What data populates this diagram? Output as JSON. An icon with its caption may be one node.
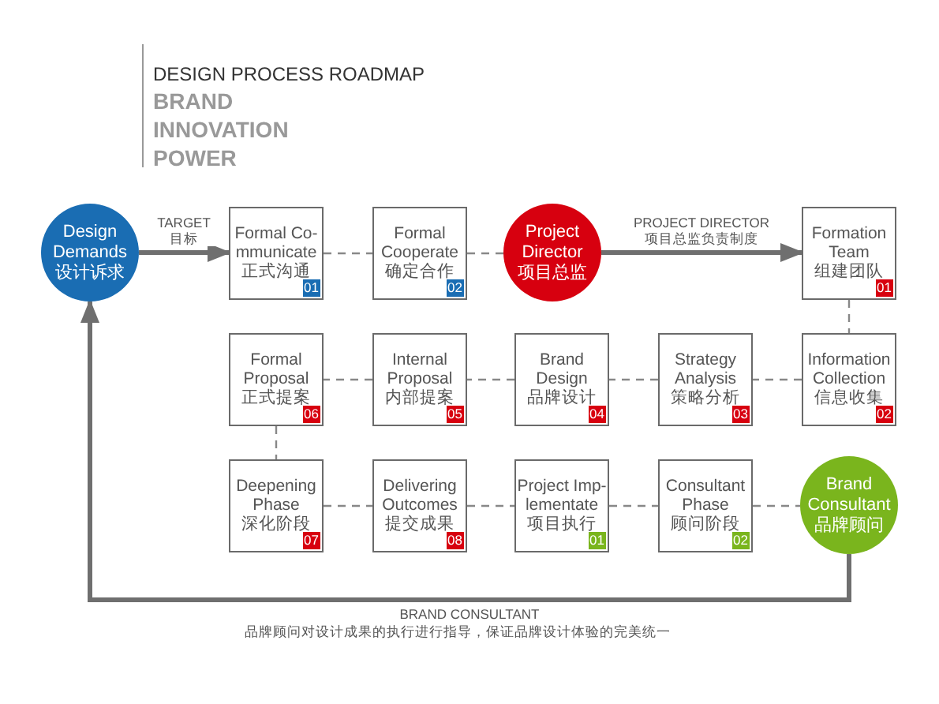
{
  "diagram": {
    "title": "DESIGN PROCESS ROADMAP",
    "nodes": [
      {
        "text": [
          "Design Demands",
          "设计诉求"
        ]
      },
      {
        "text": [
          "Formal Co- mmunicate",
          "正式沟通",
          "01"
        ]
      },
      {
        "text": [
          "Formal Cooperate",
          "确定合作",
          "02"
        ]
      },
      {
        "text": [
          "Project Director",
          "项目总监"
        ]
      },
      {
        "text": [
          "Formation Team",
          "组建团队",
          "01"
        ]
      },
      {
        "text": [
          "Formal Proposal",
          "正式提案",
          "06"
        ]
      },
      {
        "text": [
          "Internal Proposal",
          "内部提案",
          "05"
        ]
      },
      {
        "text": [
          "Brand Design",
          "品牌设计",
          "04"
        ]
      },
      {
        "text": [
          "Strategy Analysis",
          "策略分析",
          "03"
        ]
      },
      {
        "text": [
          "Information Collection",
          "信息收集",
          "02"
        ]
      },
      {
        "text": [
          "Deepening Phase",
          "深化阶段",
          "07"
        ]
      },
      {
        "text": [
          "Delivering Outcomes",
          "提交成果",
          "08"
        ]
      },
      {
        "text": [
          "Project Imp- lementate",
          "项目执行",
          "01"
        ]
      },
      {
        "text": [
          "Consultant Phase",
          "顾问阶段",
          "02"
        ]
      },
      {
        "text": [
          "Brand Consultant",
          "品牌顾问"
        ]
      }
    ],
    "edges": [
      {
        "from": 0,
        "to": 1,
        "arrow": "to",
        "label": "TARGET 目标",
        "style": "thick"
      },
      {
        "from": 1,
        "to": 2,
        "arrow": "none",
        "style": "dashed"
      },
      {
        "from": 2,
        "to": 3,
        "arrow": "none",
        "style": "dashed"
      },
      {
        "from": 3,
        "to": 4,
        "arrow": "to",
        "label": "PROJECT DIRECTOR 项目总监负责制度",
        "style": "thick"
      },
      {
        "from": 4,
        "to": 9,
        "arrow": "none",
        "style": "dashed"
      },
      {
        "from": 9,
        "to": 8,
        "arrow": "none",
        "style": "dashed"
      },
      {
        "from": 8,
        "to": 7,
        "arrow": "none",
        "style": "dashed"
      },
      {
        "from": 7,
        "to": 6,
        "arrow": "none",
        "style": "dashed"
      },
      {
        "from": 6,
        "to": 5,
        "arrow": "none",
        "style": "dashed"
      },
      {
        "from": 5,
        "to": 10,
        "arrow": "none",
        "style": "dashed"
      },
      {
        "from": 10,
        "to": 11,
        "arrow": "none",
        "style": "dashed"
      },
      {
        "from": 11,
        "to": 12,
        "arrow": "none",
        "style": "dashed"
      },
      {
        "from": 12,
        "to": 13,
        "arrow": "none",
        "style": "dashed"
      },
      {
        "from": 13,
        "to": 14,
        "arrow": "none",
        "style": "dashed"
      },
      {
        "from": 14,
        "to": 0,
        "arrow": "to",
        "label": "BRAND CONSULTANT",
        "style": "thick"
      }
    ],
    "labels": [
      "BRAND",
      "INNOVATION",
      "POWER",
      "品牌顾问对设计成果的执行进行指导，保证品牌设计体验的完美统一"
    ]
  }
}
